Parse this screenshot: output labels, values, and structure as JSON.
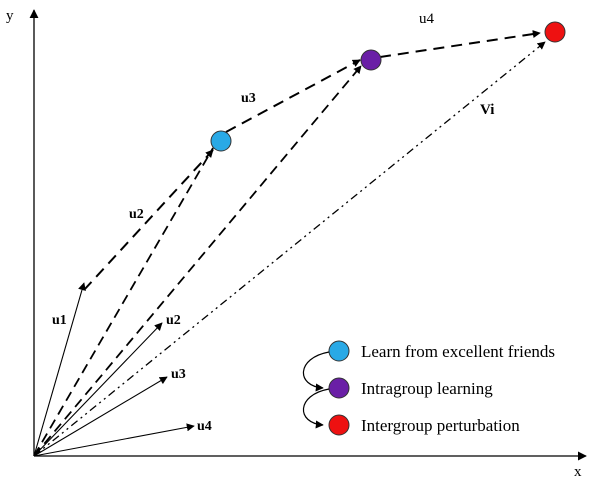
{
  "axes": {
    "x_label": "x",
    "y_label": "y"
  },
  "vectors": {
    "solid": [
      "u1",
      "u2",
      "u3",
      "u4"
    ],
    "path": [
      "u2",
      "u3",
      "u4"
    ],
    "resultant": "Vi"
  },
  "legend": [
    {
      "label": "Learn from excellent friends",
      "color": "#29a9e6"
    },
    {
      "label": "Intragroup learning",
      "color": "#6a1fa6"
    },
    {
      "label": "Intergroup perturbation",
      "color": "#ee1111"
    }
  ]
}
